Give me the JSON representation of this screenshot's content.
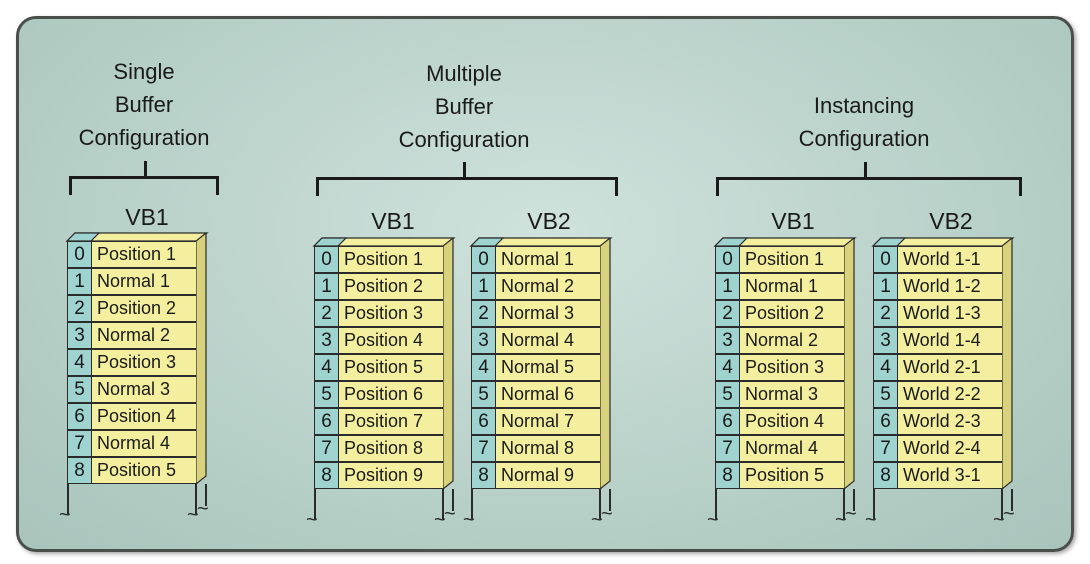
{
  "configs": [
    {
      "title": "Single\nBuffer\nConfiguration",
      "buffers": [
        {
          "label": "VB1",
          "rows": [
            {
              "i": "0",
              "v": "Position 1"
            },
            {
              "i": "1",
              "v": "Normal 1"
            },
            {
              "i": "2",
              "v": "Position 2"
            },
            {
              "i": "3",
              "v": "Normal 2"
            },
            {
              "i": "4",
              "v": "Position 3"
            },
            {
              "i": "5",
              "v": "Normal 3"
            },
            {
              "i": "6",
              "v": "Position 4"
            },
            {
              "i": "7",
              "v": "Normal 4"
            },
            {
              "i": "8",
              "v": "Position 5"
            }
          ]
        }
      ]
    },
    {
      "title": "Multiple\nBuffer\nConfiguration",
      "buffers": [
        {
          "label": "VB1",
          "rows": [
            {
              "i": "0",
              "v": "Position 1"
            },
            {
              "i": "1",
              "v": "Position 2"
            },
            {
              "i": "2",
              "v": "Position 3"
            },
            {
              "i": "3",
              "v": "Position 4"
            },
            {
              "i": "4",
              "v": "Position 5"
            },
            {
              "i": "5",
              "v": "Position 6"
            },
            {
              "i": "6",
              "v": "Position 7"
            },
            {
              "i": "7",
              "v": "Position 8"
            },
            {
              "i": "8",
              "v": "Position 9"
            }
          ]
        },
        {
          "label": "VB2",
          "rows": [
            {
              "i": "0",
              "v": "Normal 1"
            },
            {
              "i": "1",
              "v": "Normal 2"
            },
            {
              "i": "2",
              "v": "Normal 3"
            },
            {
              "i": "3",
              "v": "Normal 4"
            },
            {
              "i": "4",
              "v": "Normal 5"
            },
            {
              "i": "5",
              "v": "Normal 6"
            },
            {
              "i": "6",
              "v": "Normal 7"
            },
            {
              "i": "7",
              "v": "Normal 8"
            },
            {
              "i": "8",
              "v": "Normal 9"
            }
          ]
        }
      ]
    },
    {
      "title": "Instancing\nConfiguration",
      "buffers": [
        {
          "label": "VB1",
          "rows": [
            {
              "i": "0",
              "v": "Position 1"
            },
            {
              "i": "1",
              "v": "Normal 1"
            },
            {
              "i": "2",
              "v": "Position 2"
            },
            {
              "i": "3",
              "v": "Normal 2"
            },
            {
              "i": "4",
              "v": "Position 3"
            },
            {
              "i": "5",
              "v": "Normal 3"
            },
            {
              "i": "6",
              "v": "Position 4"
            },
            {
              "i": "7",
              "v": "Normal 4"
            },
            {
              "i": "8",
              "v": "Position 5"
            }
          ]
        },
        {
          "label": "VB2",
          "rows": [
            {
              "i": "0",
              "v": "World 1-1"
            },
            {
              "i": "1",
              "v": "World 1-2"
            },
            {
              "i": "2",
              "v": "World 1-3"
            },
            {
              "i": "3",
              "v": "World 1-4"
            },
            {
              "i": "4",
              "v": "World 2-1"
            },
            {
              "i": "5",
              "v": "World 2-2"
            },
            {
              "i": "6",
              "v": "World 2-3"
            },
            {
              "i": "7",
              "v": "World 2-4"
            },
            {
              "i": "8",
              "v": "World 3-1"
            }
          ]
        }
      ]
    }
  ],
  "colors": {
    "panel_bg": "#b7d0c8",
    "index_cell": "#9fd3cf",
    "value_cell": "#f4ef9e",
    "outline": "#2b2b2b"
  }
}
